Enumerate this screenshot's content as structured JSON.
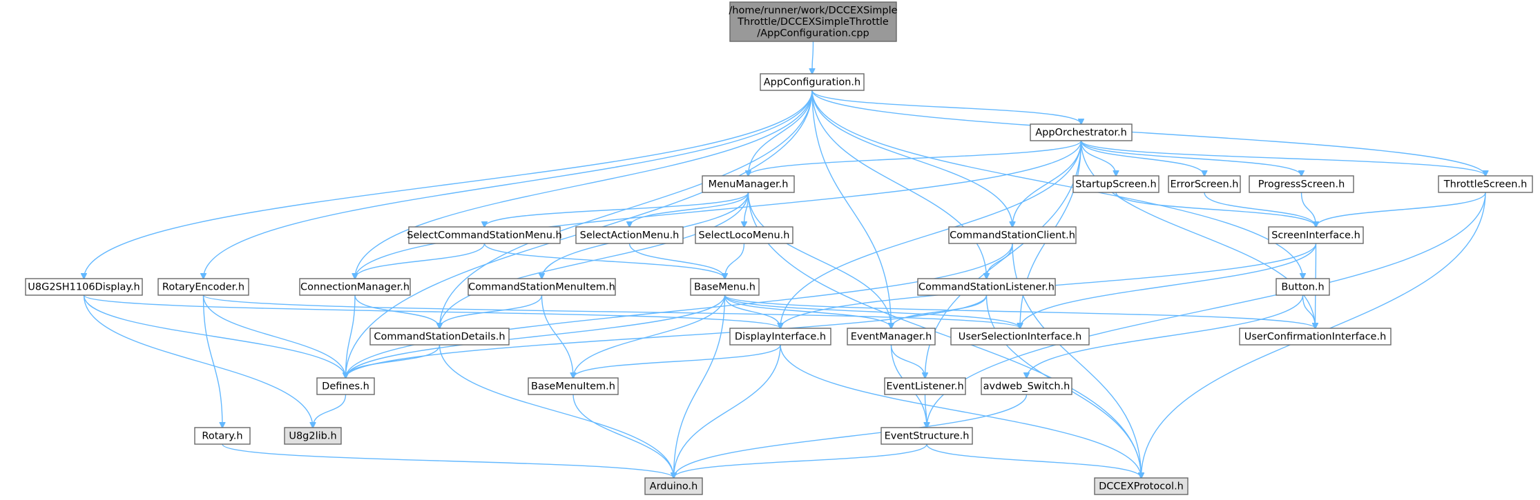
{
  "colors": {
    "edge": "#63b8ff",
    "node_fill": "#ffffff",
    "root_fill": "#999999",
    "external_fill": "#e0e0e0",
    "node_border": "#666666"
  },
  "nodes": [
    {
      "id": "root",
      "lines": [
        "/home/runner/work/DCCEXSimple",
        "Throttle/DCCEXSimpleThrottle",
        "/AppConfiguration.cpp"
      ],
      "kind": "root"
    },
    {
      "id": "appconfig",
      "lines": [
        "AppConfiguration.h"
      ],
      "kind": "normal"
    },
    {
      "id": "apporch",
      "lines": [
        "AppOrchestrator.h"
      ],
      "kind": "normal"
    },
    {
      "id": "menumgr",
      "lines": [
        "MenuManager.h"
      ],
      "kind": "normal"
    },
    {
      "id": "startup",
      "lines": [
        "StartupScreen.h"
      ],
      "kind": "normal"
    },
    {
      "id": "errorscr",
      "lines": [
        "ErrorScreen.h"
      ],
      "kind": "normal"
    },
    {
      "id": "progress",
      "lines": [
        "ProgressScreen.h"
      ],
      "kind": "normal"
    },
    {
      "id": "throttle",
      "lines": [
        "ThrottleScreen.h"
      ],
      "kind": "normal"
    },
    {
      "id": "selcsmenu",
      "lines": [
        "SelectCommandStationMenu.h"
      ],
      "kind": "normal"
    },
    {
      "id": "selaction",
      "lines": [
        "SelectActionMenu.h"
      ],
      "kind": "normal"
    },
    {
      "id": "selloco",
      "lines": [
        "SelectLocoMenu.h"
      ],
      "kind": "normal"
    },
    {
      "id": "csclient",
      "lines": [
        "CommandStationClient.h"
      ],
      "kind": "normal"
    },
    {
      "id": "screenif",
      "lines": [
        "ScreenInterface.h"
      ],
      "kind": "normal"
    },
    {
      "id": "u8g2sh",
      "lines": [
        "U8G2SH1106Display.h"
      ],
      "kind": "normal"
    },
    {
      "id": "rotenc",
      "lines": [
        "RotaryEncoder.h"
      ],
      "kind": "normal"
    },
    {
      "id": "connmgr",
      "lines": [
        "ConnectionManager.h"
      ],
      "kind": "normal"
    },
    {
      "id": "csmenuitem",
      "lines": [
        "CommandStationMenuItem.h"
      ],
      "kind": "normal"
    },
    {
      "id": "basemenu",
      "lines": [
        "BaseMenu.h"
      ],
      "kind": "normal"
    },
    {
      "id": "cslistener",
      "lines": [
        "CommandStationListener.h"
      ],
      "kind": "normal"
    },
    {
      "id": "button",
      "lines": [
        "Button.h"
      ],
      "kind": "normal"
    },
    {
      "id": "csdetails",
      "lines": [
        "CommandStationDetails.h"
      ],
      "kind": "normal"
    },
    {
      "id": "displayif",
      "lines": [
        "DisplayInterface.h"
      ],
      "kind": "normal"
    },
    {
      "id": "eventmgr",
      "lines": [
        "EventManager.h"
      ],
      "kind": "normal"
    },
    {
      "id": "userselif",
      "lines": [
        "UserSelectionInterface.h"
      ],
      "kind": "normal"
    },
    {
      "id": "userconfif",
      "lines": [
        "UserConfirmationInterface.h"
      ],
      "kind": "normal"
    },
    {
      "id": "defines",
      "lines": [
        "Defines.h"
      ],
      "kind": "normal"
    },
    {
      "id": "basemenuitem",
      "lines": [
        "BaseMenuItem.h"
      ],
      "kind": "normal"
    },
    {
      "id": "eventlistener",
      "lines": [
        "EventListener.h"
      ],
      "kind": "normal"
    },
    {
      "id": "avdweb",
      "lines": [
        "avdweb_Switch.h"
      ],
      "kind": "normal"
    },
    {
      "id": "rotary",
      "lines": [
        "Rotary.h"
      ],
      "kind": "normal"
    },
    {
      "id": "u8g2lib",
      "lines": [
        "U8g2lib.h"
      ],
      "kind": "external"
    },
    {
      "id": "eventstruct",
      "lines": [
        "EventStructure.h"
      ],
      "kind": "normal"
    },
    {
      "id": "arduino",
      "lines": [
        "Arduino.h"
      ],
      "kind": "external"
    },
    {
      "id": "dccex",
      "lines": [
        "DCCEXProtocol.h"
      ],
      "kind": "external"
    }
  ],
  "edges": [
    [
      "root",
      "appconfig"
    ],
    [
      "appconfig",
      "apporch"
    ],
    [
      "appconfig",
      "menumgr"
    ],
    [
      "appconfig",
      "throttle"
    ],
    [
      "appconfig",
      "csclient"
    ],
    [
      "appconfig",
      "u8g2sh"
    ],
    [
      "appconfig",
      "rotenc"
    ],
    [
      "appconfig",
      "connmgr"
    ],
    [
      "appconfig",
      "cslistener"
    ],
    [
      "appconfig",
      "button"
    ],
    [
      "appconfig",
      "csdetails"
    ],
    [
      "appconfig",
      "eventmgr"
    ],
    [
      "appconfig",
      "defines"
    ],
    [
      "apporch",
      "menumgr"
    ],
    [
      "apporch",
      "startup"
    ],
    [
      "apporch",
      "errorscr"
    ],
    [
      "apporch",
      "progress"
    ],
    [
      "apporch",
      "throttle"
    ],
    [
      "apporch",
      "csclient"
    ],
    [
      "apporch",
      "connmgr"
    ],
    [
      "apporch",
      "displayif"
    ],
    [
      "apporch",
      "eventlistener"
    ],
    [
      "apporch",
      "userselif"
    ],
    [
      "apporch",
      "userconfif"
    ],
    [
      "menumgr",
      "selcsmenu"
    ],
    [
      "menumgr",
      "selaction"
    ],
    [
      "menumgr",
      "selloco"
    ],
    [
      "menumgr",
      "csmenuitem"
    ],
    [
      "menumgr",
      "csdetails"
    ],
    [
      "menumgr",
      "eventmgr"
    ],
    [
      "menumgr",
      "dccex"
    ],
    [
      "startup",
      "screenif"
    ],
    [
      "errorscr",
      "screenif"
    ],
    [
      "progress",
      "screenif"
    ],
    [
      "throttle",
      "screenif"
    ],
    [
      "throttle",
      "eventstruct"
    ],
    [
      "throttle",
      "dccex"
    ],
    [
      "selcsmenu",
      "basemenu"
    ],
    [
      "selcsmenu",
      "connmgr"
    ],
    [
      "selaction",
      "basemenu"
    ],
    [
      "selloco",
      "basemenu"
    ],
    [
      "csclient",
      "cslistener"
    ],
    [
      "csclient",
      "dccex"
    ],
    [
      "csclient",
      "defines"
    ],
    [
      "screenif",
      "displayif"
    ],
    [
      "screenif",
      "userselif"
    ],
    [
      "screenif",
      "userconfif"
    ],
    [
      "u8g2sh",
      "displayif"
    ],
    [
      "u8g2sh",
      "defines"
    ],
    [
      "u8g2sh",
      "u8g2lib"
    ],
    [
      "rotenc",
      "rotary"
    ],
    [
      "rotenc",
      "userselif"
    ],
    [
      "rotenc",
      "defines"
    ],
    [
      "connmgr",
      "csdetails"
    ],
    [
      "connmgr",
      "defines"
    ],
    [
      "csmenuitem",
      "basemenuitem"
    ],
    [
      "csmenuitem",
      "csdetails"
    ],
    [
      "basemenu",
      "displayif"
    ],
    [
      "basemenu",
      "eventmgr"
    ],
    [
      "basemenu",
      "userselif"
    ],
    [
      "basemenu",
      "userconfif"
    ],
    [
      "basemenu",
      "basemenuitem"
    ],
    [
      "basemenu",
      "defines"
    ],
    [
      "basemenu",
      "arduino"
    ],
    [
      "cslistener",
      "eventmgr"
    ],
    [
      "cslistener",
      "dccex"
    ],
    [
      "cslistener",
      "defines"
    ],
    [
      "button",
      "userconfif"
    ],
    [
      "button",
      "avdweb"
    ],
    [
      "csdetails",
      "defines"
    ],
    [
      "csdetails",
      "arduino"
    ],
    [
      "displayif",
      "basemenuitem"
    ],
    [
      "displayif",
      "arduino"
    ],
    [
      "displayif",
      "dccex"
    ],
    [
      "eventmgr",
      "eventlistener"
    ],
    [
      "eventmgr",
      "eventstruct"
    ],
    [
      "defines",
      "u8g2lib"
    ],
    [
      "basemenuitem",
      "arduino"
    ],
    [
      "eventlistener",
      "eventstruct"
    ],
    [
      "avdweb",
      "arduino"
    ],
    [
      "rotary",
      "arduino"
    ],
    [
      "eventstruct",
      "arduino"
    ],
    [
      "eventstruct",
      "dccex"
    ]
  ]
}
